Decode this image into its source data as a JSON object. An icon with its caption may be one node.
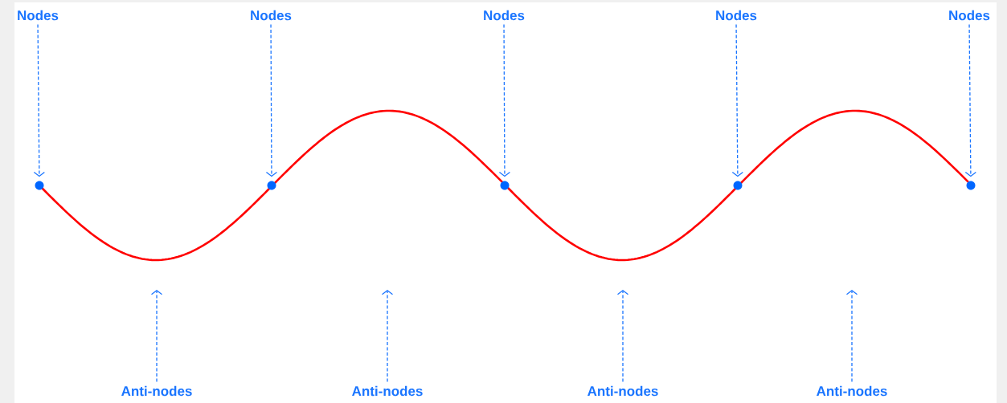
{
  "diagram": {
    "nodes": [
      {
        "text": [
          "Nodes"
        ]
      },
      {
        "text": [
          "Nodes"
        ]
      },
      {
        "text": [
          "Nodes"
        ]
      },
      {
        "text": [
          "Nodes"
        ]
      },
      {
        "text": [
          "Nodes"
        ]
      },
      {
        "text": [],
        "shape": "circle"
      },
      {
        "text": [],
        "shape": "circle"
      },
      {
        "text": [],
        "shape": "circle"
      },
      {
        "text": [],
        "shape": "circle"
      },
      {
        "text": [],
        "shape": "circle"
      },
      {
        "text": [
          "Anti-nodes"
        ]
      },
      {
        "text": [
          "Anti-nodes"
        ]
      },
      {
        "text": [
          "Anti-nodes"
        ]
      },
      {
        "text": [
          "Anti-nodes"
        ]
      }
    ],
    "edges": [
      {
        "from": 0,
        "to": 5,
        "arrow": "to",
        "style": "dashed"
      },
      {
        "from": 1,
        "to": 6,
        "arrow": "to",
        "style": "dashed"
      },
      {
        "from": 2,
        "to": 7,
        "arrow": "to",
        "style": "dashed"
      },
      {
        "from": 3,
        "to": 8,
        "arrow": "to",
        "style": "dashed"
      },
      {
        "from": 4,
        "to": 9,
        "arrow": "to",
        "style": "dashed"
      },
      {
        "from": 10,
        "to": null,
        "arrow": "to",
        "style": "dashed"
      },
      {
        "from": 11,
        "to": null,
        "arrow": "to",
        "style": "dashed"
      },
      {
        "from": 12,
        "to": null,
        "arrow": "to",
        "style": "dashed"
      },
      {
        "from": 13,
        "to": null,
        "arrow": "to",
        "style": "dashed"
      }
    ]
  }
}
